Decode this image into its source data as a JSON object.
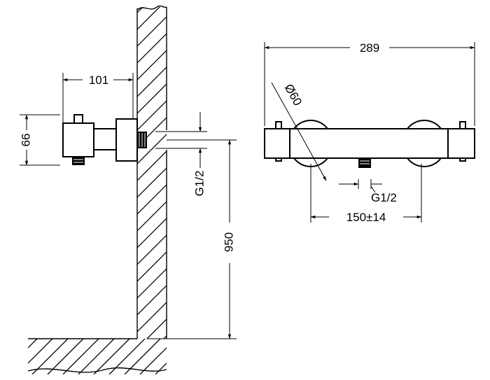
{
  "side_view": {
    "width_label": "101",
    "height_label": "66",
    "thread_label": "G1/2",
    "mount_height_label": "950"
  },
  "front_view": {
    "length_label": "289",
    "diameter_label": "Ø60",
    "thread_label": "G1/2",
    "spacing_label": "150±14"
  },
  "colors": {
    "stroke": "#000000",
    "background": "#ffffff"
  }
}
